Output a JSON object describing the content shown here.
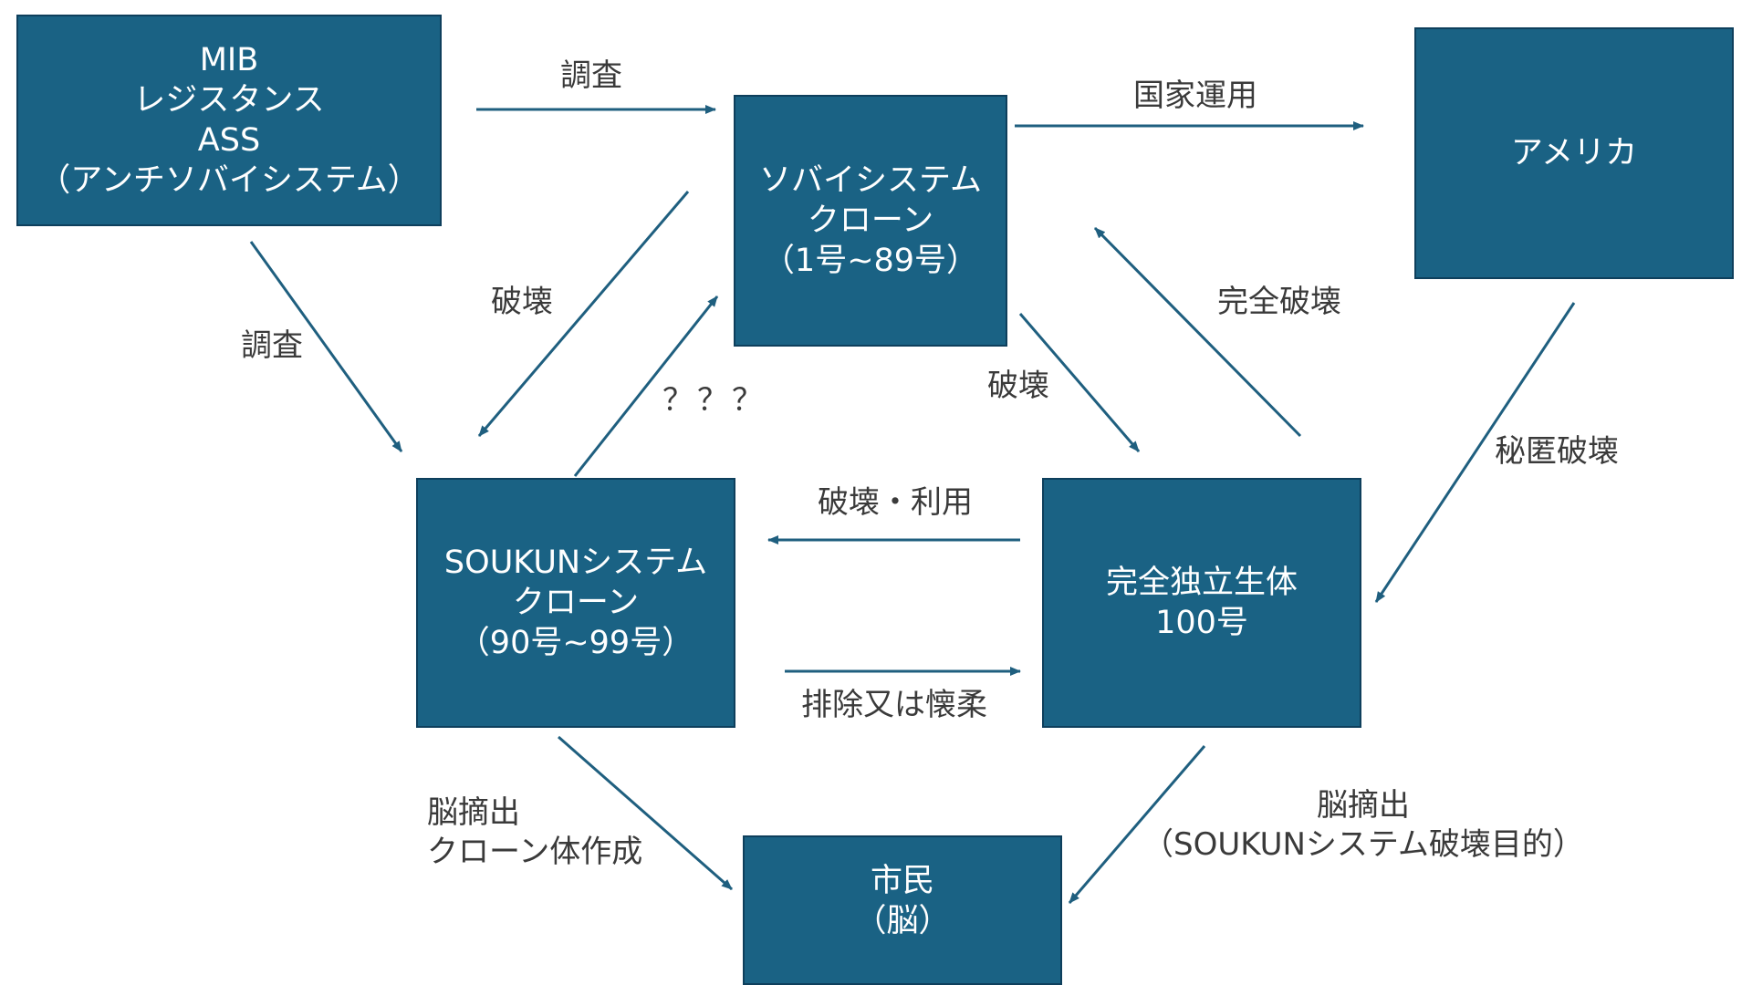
{
  "style": {
    "box_color": "#1a6284",
    "arrow_color": "#1f5f7f",
    "label_color": "#3a3a3a"
  },
  "nodes": {
    "mib": {
      "lines": [
        "MIB",
        "レジスタンス",
        "ASS",
        "（アンチソバイシステム）"
      ]
    },
    "sobai": {
      "lines": [
        "ソバイシステム",
        "クローン",
        "（1号~89号）"
      ]
    },
    "america": {
      "lines": [
        "アメリカ"
      ]
    },
    "soukun": {
      "lines": [
        "SOUKUNシステム",
        "クローン",
        "（90号~99号）"
      ]
    },
    "independent": {
      "lines": [
        "完全独立生体",
        "100号"
      ]
    },
    "citizen": {
      "lines": [
        "市民",
        "（脳）"
      ]
    }
  },
  "edges": {
    "mib_to_sobai": {
      "label": [
        "調査"
      ]
    },
    "sobai_to_america": {
      "label": [
        "国家運用"
      ]
    },
    "mib_to_soukun": {
      "label": [
        "調査"
      ]
    },
    "sobai_to_soukun": {
      "label": [
        "破壊"
      ]
    },
    "soukun_to_sobai": {
      "label": [
        "？？？"
      ]
    },
    "independent_to_sobai": {
      "label": [
        "完全破壊"
      ]
    },
    "sobai_to_independent": {
      "label": [
        "破壊"
      ]
    },
    "america_to_independent": {
      "label": [
        "秘匿破壊"
      ]
    },
    "independent_to_soukun": {
      "label": [
        "破壊・利用"
      ]
    },
    "soukun_to_independent": {
      "label": [
        "排除又は懐柔"
      ]
    },
    "soukun_to_citizen": {
      "label": [
        "脳摘出",
        "クローン体作成"
      ]
    },
    "independent_to_citizen": {
      "label": [
        "脳摘出",
        "（SOUKUNシステム破壊目的）"
      ]
    }
  }
}
